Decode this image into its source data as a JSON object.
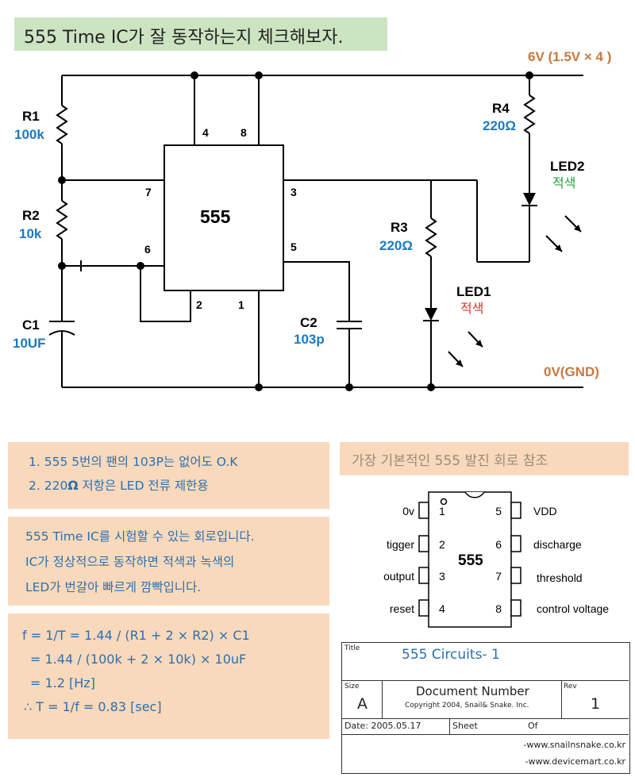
{
  "header": {
    "title": "555 Time IC가 잘 동작하는지 체크해보자."
  },
  "schematic": {
    "supply_label": "6V (1.5V × 4 )",
    "ground_label": "0V(GND)",
    "ic_label": "555",
    "pins": {
      "p1": "1",
      "p2": "2",
      "p3": "3",
      "p4": "4",
      "p5": "5",
      "p6": "6",
      "p7": "7",
      "p8": "8"
    },
    "r1": {
      "name": "R1",
      "value": "100k"
    },
    "r2": {
      "name": "R2",
      "value": "10k"
    },
    "c1": {
      "name": "C1",
      "value": "10UF"
    },
    "c2": {
      "name": "C2",
      "value": "103p"
    },
    "r3": {
      "name": "R3",
      "value": "220Ω"
    },
    "r4": {
      "name": "R4",
      "value": "220Ω"
    },
    "led1": {
      "name": "LED1",
      "color": "적색"
    },
    "led2": {
      "name": "LED2",
      "color": "적색"
    },
    "colors": {
      "wire": "#000000",
      "value_blue": "#1a7ac4",
      "supply_brown": "#c87840",
      "led1_red": "#d0392b",
      "led2_green": "#2ea043"
    }
  },
  "notes": {
    "note1": "1. 555 5번의 팬의 103P는 없어도 O.K",
    "note2_prefix": "2. 220",
    "note2_omega": "Ω",
    "note2_suffix": " 저항은 LED 전류 제한용",
    "desc_line1": "555 Time IC를 시험할 수 있는 회로입니다.",
    "desc_line2": "IC가 정상적으로 동작하면 적색과 녹색의",
    "desc_line3": "LED가 번갈아 빠르게 깜빡입니다.",
    "formula_line1": "f = 1/T = 1.44 / (R1 + 2 × R2) × C1",
    "formula_line2": "= 1.44 / (100k + 2 × 10k) × 10uF",
    "formula_line3": "= 1.2 [Hz]",
    "formula_line4": "∴ T = 1/f = 0.83 [sec]"
  },
  "pinout": {
    "title": "가장 기본적인 555 발진 회로 참조",
    "chip_label": "555",
    "left_pins": [
      {
        "num": "1",
        "name": "0v"
      },
      {
        "num": "2",
        "name": "tigger"
      },
      {
        "num": "3",
        "name": "output"
      },
      {
        "num": "4",
        "name": "reset"
      }
    ],
    "right_pins": [
      {
        "num": "5",
        "name": "VDD"
      },
      {
        "num": "6",
        "name": "discharge"
      },
      {
        "num": "7",
        "name": "threshold"
      },
      {
        "num": "8",
        "name": "control voltage"
      }
    ]
  },
  "title_block": {
    "title_label": "Title",
    "title_value": "555 Circuits- 1",
    "size_label": "Size",
    "size_value": "A",
    "doc_number": "Document Number",
    "copyright": "Copyright 2004, Snail& Snake. Inc.",
    "rev_label": "Rev",
    "rev_value": "1",
    "date_text": "Date: 2005.05.17",
    "sheet_label": "Sheet",
    "of_label": "Of",
    "url1": "-www.snailnsnake.co.kr",
    "url2": "-www.devicemart.co.kr"
  }
}
